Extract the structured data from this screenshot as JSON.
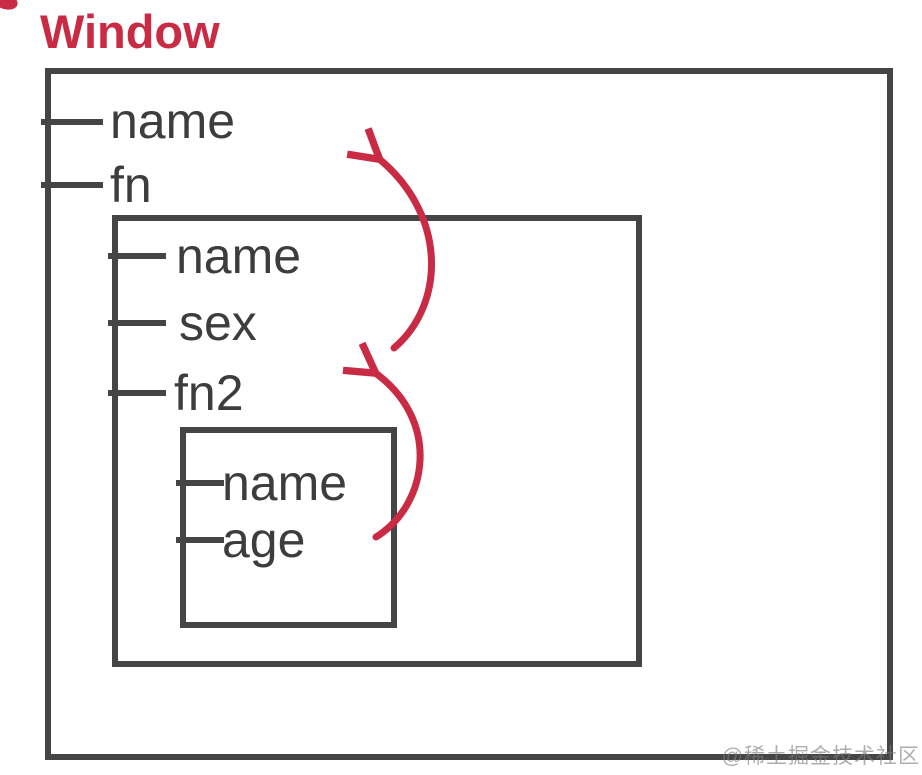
{
  "title": "Window",
  "colors": {
    "accent_red": "#c92b45",
    "border_gray": "#454545",
    "label_gray": "#3d3d3d"
  },
  "scopes": {
    "window": {
      "variables": [
        "name",
        "fn"
      ]
    },
    "fn": {
      "variables": [
        "name",
        "sex",
        "fn2"
      ]
    },
    "fn2": {
      "variables": [
        "name",
        "age"
      ]
    }
  },
  "arrows": [
    {
      "icon": "curved-up-arrow"
    },
    {
      "icon": "curved-up-arrow"
    }
  ],
  "watermark": "@稀土掘金技术社区"
}
